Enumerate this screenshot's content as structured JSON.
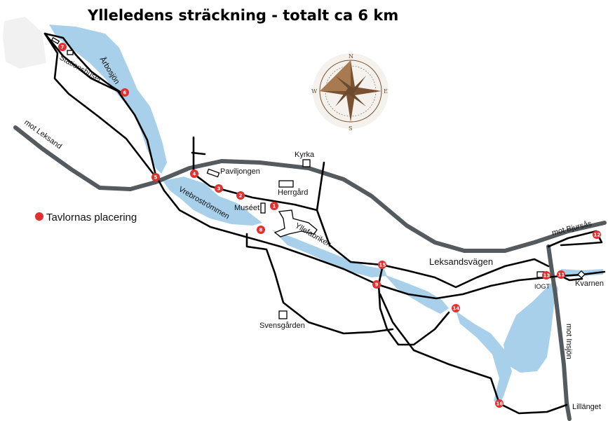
{
  "title": "Ylleledens sträckning - totalt ca 6 km",
  "legend": {
    "label": "Tavlornas placering",
    "marker_color": "#e03030"
  },
  "colors": {
    "water": "#a9d0ea",
    "main_road": "#555a5e",
    "road": "#000000",
    "marker": "#e03030",
    "compass": "#7a5232"
  },
  "compass": {
    "north": "N",
    "south": "S",
    "east": "E",
    "west": "W"
  },
  "labels": {
    "arbosjon": "Årbosjön",
    "stationshuset": "Stationshuset",
    "mot_leksand": "mot Leksand",
    "kyrka": "Kyrka",
    "paviljongen": "Paviljongen",
    "herrgard": "Herrgård",
    "museet": "Muséet",
    "vrebrostrommen": "Vrebroströmmen",
    "yllefabriken": "Yllefabriken",
    "svensgarden": "Svensgården",
    "leksandsvagen": "Leksandsvägen",
    "mot_bjursas": "mot Bjursås",
    "iogt": "IOGT",
    "kvarnen": "Kvarnen",
    "mot_insjon": "mot Insjön",
    "lillanget": "Lillänget"
  },
  "markers": [
    "1",
    "2",
    "3",
    "4",
    "5",
    "6",
    "7",
    "8",
    "9",
    "11",
    "12",
    "13",
    "14",
    "15",
    "16"
  ]
}
